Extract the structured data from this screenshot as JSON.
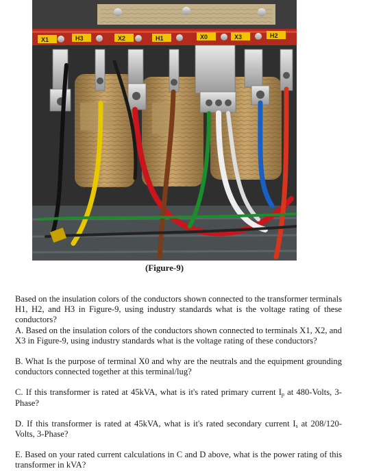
{
  "figure": {
    "caption": "(Figure-9)",
    "terminal_labels": [
      "X1",
      "H3",
      "X2",
      "H1",
      "X0",
      "X3",
      "H2"
    ]
  },
  "questions": {
    "intro": "Based on the insulation colors of the conductors shown connected to the transformer terminals H1, H2, and H3 in Figure-9, using industry standards what is the voltage rating of these conductors?",
    "a": "A. Based on the insulation colors of the conductors shown connected to terminals X1, X2, and X3 in Figure-9, using industry standards what is the voltage rating of these conductors?",
    "b": "B. What Is the purpose of terminal X0 and why are the neutrals and the equipment grounding conductors connected together at this terminal/lug?",
    "c_before": "C. If this transformer is rated at 45kVA, what is it's rated primary current I",
    "c_sub": "p",
    "c_after": " at 480-Volts, 3-Phase?",
    "d_before": "D. If this transformer is rated at 45kVA, what is it's rated secondary current I",
    "d_sub": "s",
    "d_after": " at 208/120-Volts, 3-Phase?",
    "e": "E. Based on your rated current calculations in C and D above, what is the power rating of this transformer in kVA?"
  }
}
